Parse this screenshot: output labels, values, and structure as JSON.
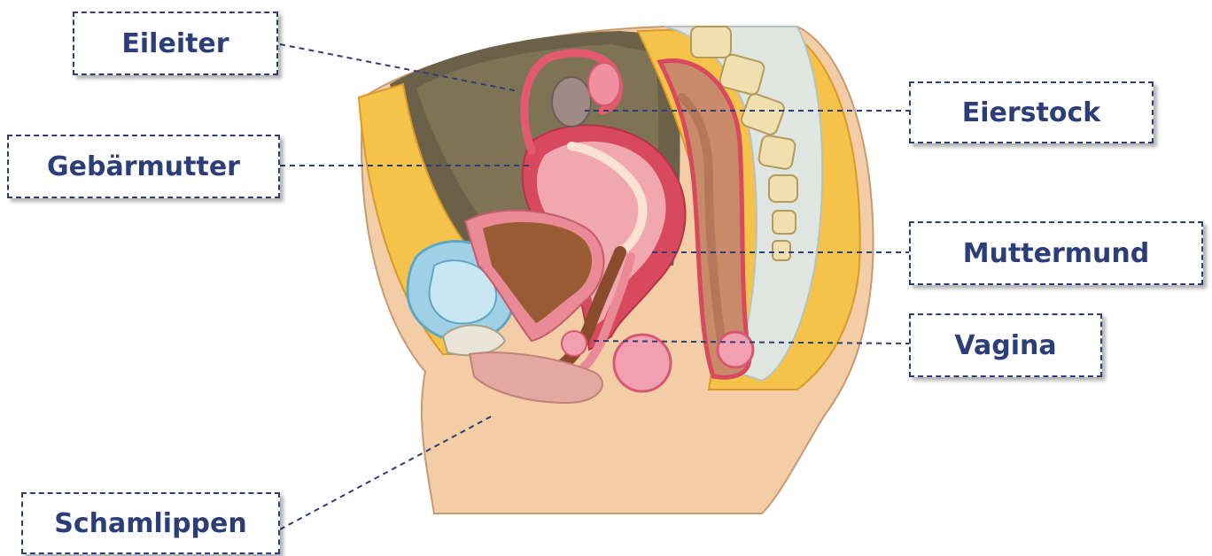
{
  "colors": {
    "label_text": "#2c3e78",
    "label_border": "#2c3e78",
    "leader_line": "#2c3e78",
    "skin": "#f2cda6",
    "fat": "#f5c24a",
    "muscle_pink": "#e98a96",
    "uterus_red": "#d8495e",
    "bladder_blue": "#9fd0e6",
    "bone": "#f0e0b0",
    "cavity_dark": "#6b6148",
    "rectum_brown": "#c98a6a"
  },
  "labels": {
    "eileiter": "Eileiter",
    "gebaermutter": "Gebärmutter",
    "schamlippen": "Schamlippen",
    "eierstock": "Eierstock",
    "muttermund": "Muttermund",
    "vagina": "Vagina"
  }
}
